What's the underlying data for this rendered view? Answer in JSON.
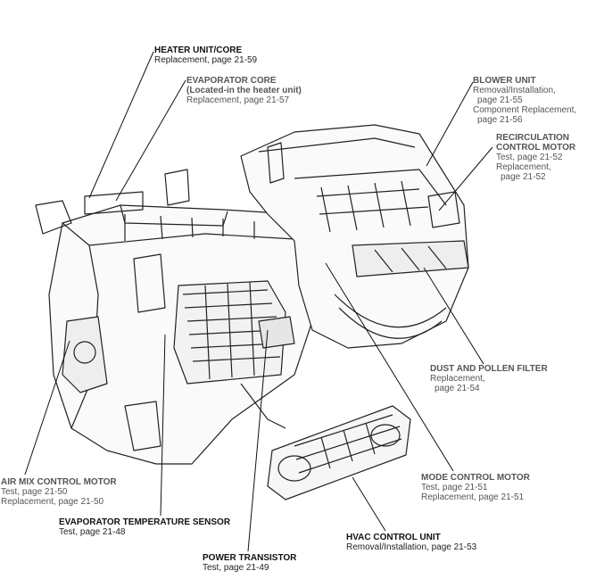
{
  "labels": {
    "heater_unit": {
      "title": "HEATER UNIT/CORE",
      "line1": "Replacement, page 21-59"
    },
    "evaporator_core": {
      "title": "EVAPORATOR CORE",
      "note": "(Located-in the heater unit)",
      "line1": "Replacement, page 21-57"
    },
    "blower_unit": {
      "title": "BLOWER UNIT",
      "line1": "Removal/Installation,",
      "line2": "page 21-55",
      "line3": "Component Replacement,",
      "line4": "page 21-56"
    },
    "recirculation_motor": {
      "title1": "RECIRCULATION",
      "title2": "CONTROL MOTOR",
      "line1": "Test, page 21-52",
      "line2": "Replacement,",
      "line3": "page 21-52"
    },
    "dust_filter": {
      "title": "DUST AND POLLEN FILTER",
      "line1": "Replacement,",
      "line2": "page 21-54"
    },
    "mode_motor": {
      "title": "MODE CONTROL MOTOR",
      "line1": "Test, page 21-51",
      "line2": "Replacement, page 21-51"
    },
    "air_mix_motor": {
      "title": "AIR MIX CONTROL MOTOR",
      "line1": "Test, page 21-50",
      "line2": "Replacement, page 21-50"
    },
    "evap_temp_sensor": {
      "title": "EVAPORATOR TEMPERATURE SENSOR",
      "line1": "Test, page 21-48"
    },
    "power_transistor": {
      "title": "POWER TRANSISTOR",
      "line1": "Test, page 21-49"
    },
    "hvac_control_unit": {
      "title": "HVAC CONTROL UNIT",
      "line1": "Removal/Installation, page 21-53"
    }
  }
}
